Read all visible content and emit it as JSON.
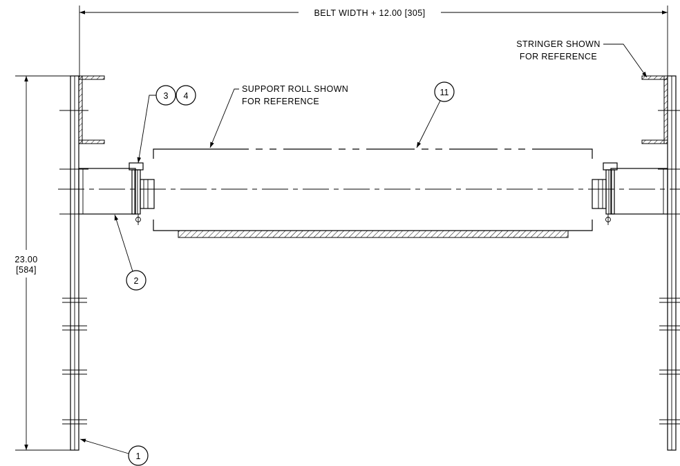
{
  "dimensions": {
    "width_label": "BELT WIDTH + 12.00 [305]",
    "height_label_line1": "23.00",
    "height_label_line2": "[584]"
  },
  "notes": {
    "stringer_line1": "STRINGER SHOWN",
    "stringer_line2": "FOR REFERENCE",
    "support_roll_line1": "SUPPORT ROLL SHOWN",
    "support_roll_line2": "FOR REFERENCE"
  },
  "balloons": {
    "b1": "1",
    "b2": "2",
    "b3": "3",
    "b4": "4",
    "b11": "11"
  }
}
